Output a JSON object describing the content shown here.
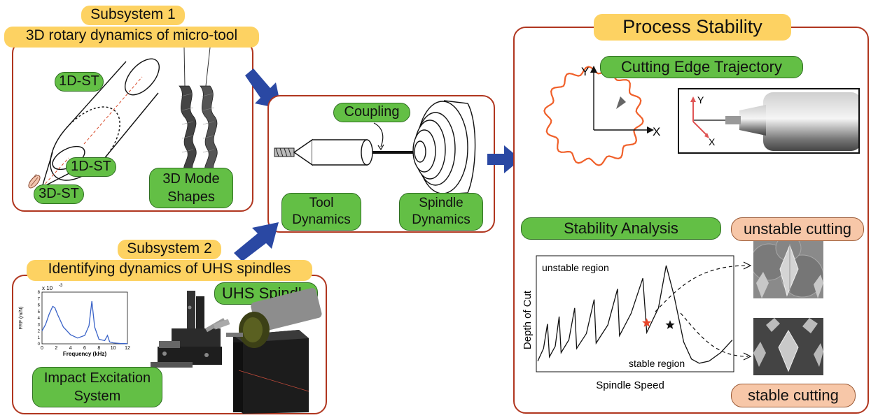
{
  "subsystem1": {
    "title": "Subsystem 1",
    "subtitle": "3D rotary dynamics of micro-tool",
    "labels": {
      "st1": "1D-ST",
      "st2": "1D-ST",
      "st3": "3D-ST"
    },
    "mode_shapes": [
      "3D Mode",
      "Shapes"
    ]
  },
  "coupling": {
    "coupling_label": "Coupling",
    "tool_dynamics": [
      "Tool",
      "Dynamics"
    ],
    "spindle_dynamics": [
      "Spindle",
      "Dynamics"
    ]
  },
  "subsystem2": {
    "title": "Subsystem 2",
    "subtitle": "Identifying dynamics of UHS spindles",
    "uhs_label": "UHS Spindle",
    "impact": [
      "Impact Excitation",
      "System"
    ],
    "frf_plot": {
      "exponent": "-3",
      "scale_prefix": "x 10",
      "ylabel": "FRF (m/N)",
      "xlabel": "Frequency (kHz)",
      "xticks": [
        "0",
        "2",
        "4",
        "6",
        "8",
        "10",
        "12"
      ],
      "yticks": [
        "0",
        "1",
        "2",
        "3",
        "4",
        "5",
        "6",
        "7",
        "8"
      ]
    }
  },
  "process": {
    "title": "Process Stability",
    "trajectory_label": "Cutting Edge Trajectory",
    "axis_y": "Y",
    "axis_x": "X",
    "inset_y": "Y",
    "inset_x": "X",
    "stability_label": "Stability Analysis",
    "unstable_label": "unstable cutting",
    "stable_label": "stable cutting",
    "chart_labels": {
      "unstable_region": "unstable region",
      "stable_region": "stable region",
      "xlabel": "Spindle Speed",
      "ylabel": "Depth of Cut"
    }
  },
  "colors": {
    "box_border": "#b0361f",
    "yellow_label": "#fdd262",
    "green_label": "#63bf45",
    "orange_label": "#f7c7a8",
    "arrow_blue": "#2a48a3",
    "trajectory": "#f0602a"
  },
  "chart_data": [
    {
      "type": "line",
      "title": "",
      "xlabel": "Frequency (kHz)",
      "ylabel": "FRF (m/N)",
      "xlim": [
        0,
        12
      ],
      "ylim": [
        0,
        8
      ],
      "y_scale_exponent": -3,
      "series": [
        {
          "x": [
            0,
            0.5,
            1,
            1.5,
            1.8,
            2.2,
            3,
            4,
            5,
            6,
            6.6,
            7.0,
            7.4,
            8,
            8.8,
            9.2,
            9.5,
            10,
            11,
            12
          ],
          "y": [
            2.0,
            3.0,
            4.6,
            5.8,
            5.6,
            4.5,
            2.6,
            1.4,
            0.9,
            1.3,
            2.8,
            6.6,
            2.6,
            0.7,
            0.5,
            1.3,
            0.3,
            0.15,
            0.05,
            0.02
          ]
        }
      ]
    },
    {
      "type": "line",
      "title": "",
      "xlabel": "Spindle Speed",
      "ylabel": "Depth of Cut",
      "series": [
        {
          "x": [
            0,
            3,
            5,
            6,
            9,
            11,
            12,
            16,
            19,
            20,
            25,
            29,
            30,
            36,
            41,
            42,
            48,
            54,
            56,
            62,
            66,
            70,
            75,
            79,
            83,
            88,
            94,
            100
          ],
          "y": [
            10,
            22,
            45,
            14,
            24,
            52,
            18,
            30,
            60,
            22,
            36,
            68,
            27,
            44,
            78,
            34,
            55,
            88,
            37,
            60,
            100,
            72,
            28,
            12,
            8,
            10,
            18,
            30
          ]
        }
      ],
      "points": [
        {
          "name": "unstable cutting",
          "x": 56,
          "y": 46
        },
        {
          "name": "stable cutting",
          "x": 68,
          "y": 44
        }
      ]
    }
  ]
}
